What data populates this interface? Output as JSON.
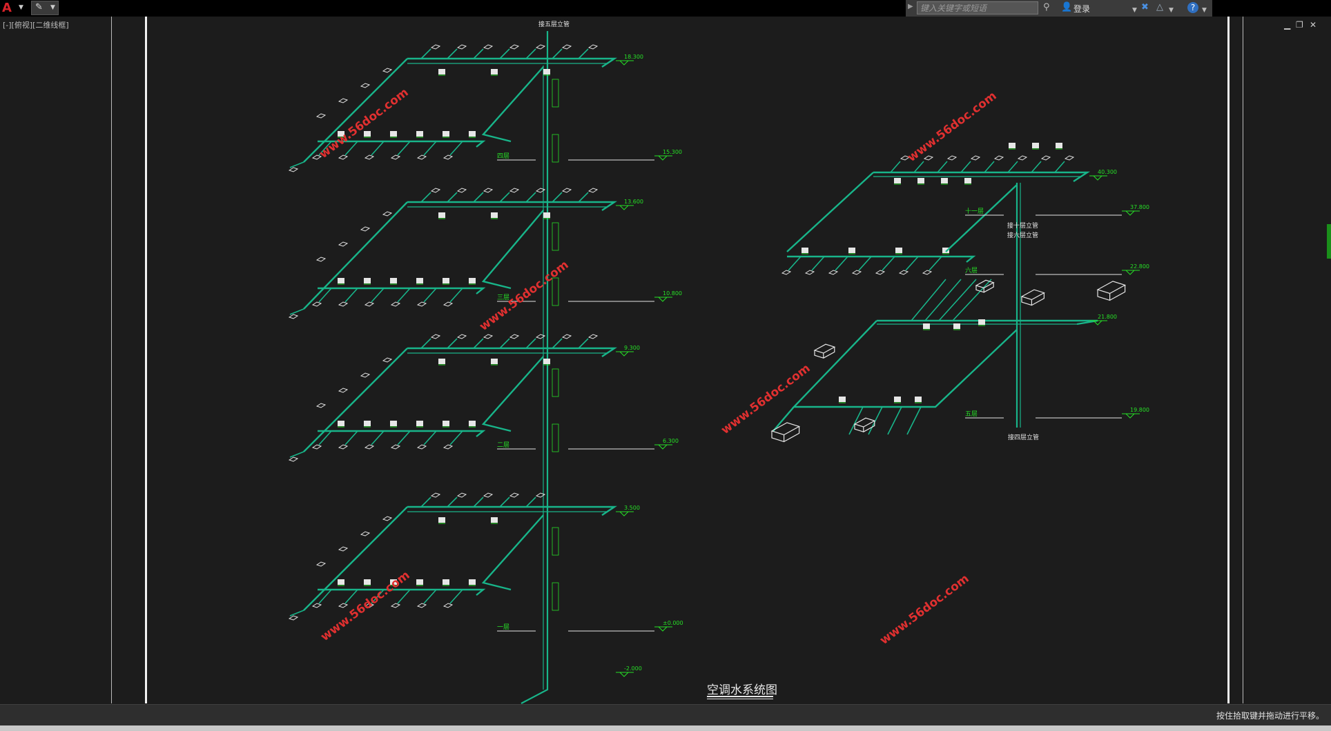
{
  "toolbar": {
    "app_menu_icon": "autocad-a-logo",
    "quick_access_icon": "document-edit-icon",
    "search_placeholder": "键入关键字或短语",
    "login_label": "登录"
  },
  "viewport": {
    "label": "[-][俯视][二维线框]"
  },
  "drawing": {
    "title": "空调水系统图",
    "risers": [
      "接五层立管",
      "接十层立管",
      "接六层立管",
      "接四层立管"
    ],
    "left_system": {
      "floor_labels": [
        "四层",
        "三层",
        "二层",
        "一层"
      ],
      "elevations": [
        "18.300",
        "15.300",
        "13.600",
        "10.800",
        "9.300",
        "6.300",
        "3.500",
        "±0.000",
        "-2.000"
      ]
    },
    "right_system": {
      "floor_labels": [
        "十一层",
        "六层",
        "五层"
      ],
      "elevations": [
        "40.300",
        "37.800",
        "22.800",
        "21.800",
        "19.800"
      ]
    },
    "watermark": "www.56doc.com",
    "colors": {
      "pipe": "#18b58a",
      "text": "#26e026",
      "terminal": "#e6e6e6",
      "background": "#1c1c1c"
    }
  },
  "status": {
    "message": "按住拾取键并拖动进行平移。"
  }
}
